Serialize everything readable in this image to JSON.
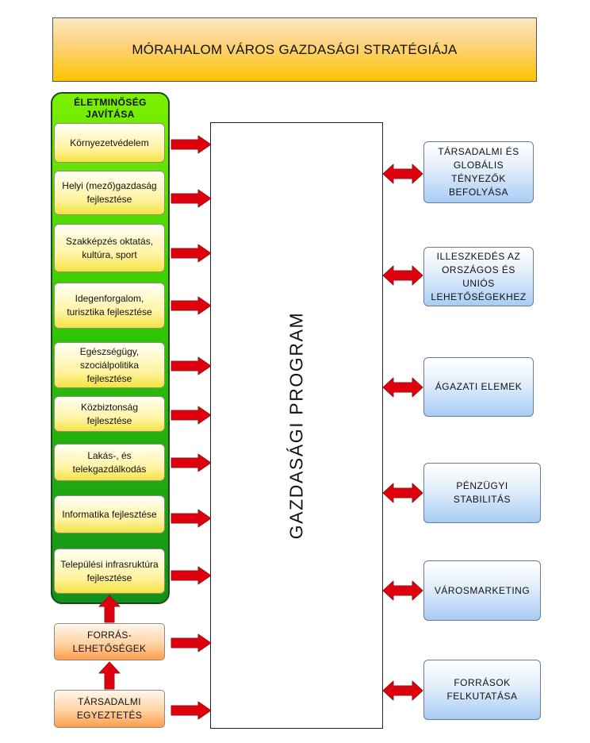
{
  "title": "MÓRAHALOM VÁROS GAZDASÁGI STRATÉGIÁJA",
  "left_panel": {
    "title": "ÉLETMINŐSÉG JAVÍTÁSA",
    "items": [
      "Környezetvédelem",
      "Helyi (mező)gazdaság fejlesztése",
      "Szakképzés oktatás, kultúra, sport",
      "Idegenforgalom, turisztika fejlesztése",
      "Egészségügy, szociálpolitika fejlesztése",
      "Közbiztonság fejlesztése",
      "Lakás-, és telekgazdálkodás",
      "Informatika fejlesztése",
      "Települési infrasruktúra fejlesztése"
    ]
  },
  "source_box": "FORRÁS-LEHETŐSÉGEK",
  "social_box": "TÁRSADALMI EGYEZTETÉS",
  "center": "GAZDASÁGI PROGRAM",
  "right_items": [
    "TÁRSADALMI ÉS GLOBÁLIS TÉNYEZŐK BEFOLYÁSA",
    "ILLESZKEDÉS AZ ORSZÁGOS ÉS UNIÓS LEHETŐSÉGEKHEZ",
    "ÁGAZATI ELEMEK",
    "PÉNZÜGYI STABILITÁS",
    "VÁROSMARKETING",
    "FORRÁSOK FELKUTATÁSA"
  ],
  "colors": {
    "arrow_fill": "#e0000d",
    "arrow_stroke": "#8a1d1d",
    "left_panel": "#30c800",
    "item_fill": "#fff3a0",
    "orange_fill": "#ffbd80",
    "blue_fill": "#c6dcf6",
    "title_fill": "#fdd480"
  }
}
